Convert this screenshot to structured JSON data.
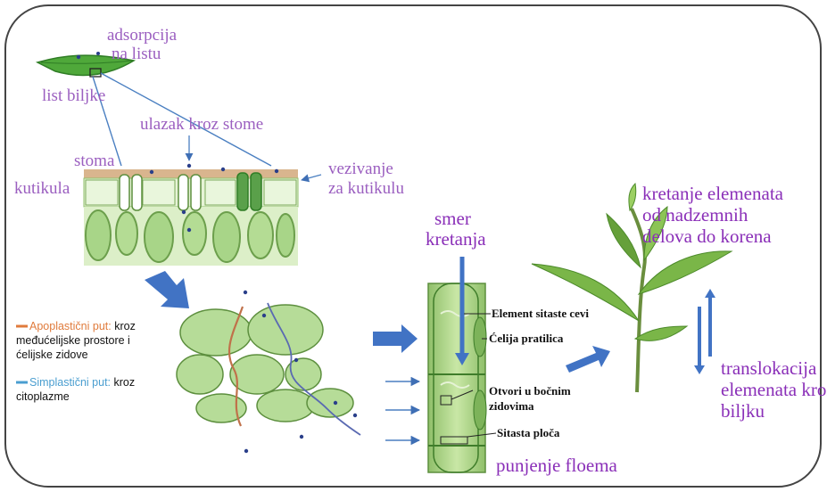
{
  "labels": {
    "adsorpcija": "adsorpcija",
    "na_listu": "na listu",
    "list_biljke": "list biljke",
    "ulazak": "ulazak kroz stome",
    "stoma": "stoma",
    "kutikula": "kutikula",
    "vezivanje": "vezivanje",
    "za_kutikulu": "za kutikulu",
    "smer": "smer",
    "kretanja": "kretanja",
    "element_sitaste": "Element sitaste cevi",
    "celija_pratilica": "Ćelija pratilica",
    "otvori_1": "Otvori u bočnim",
    "otvori_2": "zidovima",
    "sitasta_ploca": "Sitasta ploča",
    "punjenje": "punjenje floema",
    "kretanje_1": "kretanje elemenata",
    "kretanje_2": "od nadzemnih",
    "kretanje_3": "delova do korena",
    "transl_1": "translokacija",
    "transl_2": "elemenata kroz",
    "transl_3": "biljku"
  },
  "legend": {
    "apo_title": "Apoplastični put:",
    "apo_text1": " kroz",
    "apo_text2": "međućelijske prostore i",
    "apo_text3": "ćelijske zidove",
    "sim_title": "Simplastični put:",
    "sim_text1": " kroz",
    "sim_text2": "citoplazme"
  },
  "colors": {
    "label_purple": "#9b5fc0",
    "apoplastic": "#e07b3c",
    "symplastic": "#4a9ed0",
    "arrow_blue": "#3f6fb5",
    "cell_green": "#b6dc98"
  }
}
